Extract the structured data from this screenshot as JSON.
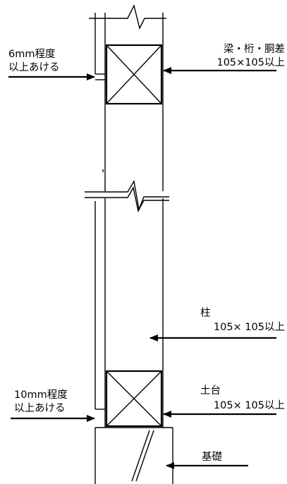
{
  "labels": {
    "gap_top_line1": "6mm程度",
    "gap_top_line2": "以上あける",
    "beam_line1": "梁・桁・胴差",
    "beam_line2": "105×105以上",
    "post_line1": "柱",
    "post_line2": "105× 105以上",
    "gap_bottom_line1": "10mm程度",
    "gap_bottom_line2": "以上あける",
    "sill_line1": "土台",
    "sill_line2": "105× 105以上",
    "foundation": "基礎"
  },
  "colors": {
    "stroke": "#000000",
    "background": "#ffffff"
  }
}
